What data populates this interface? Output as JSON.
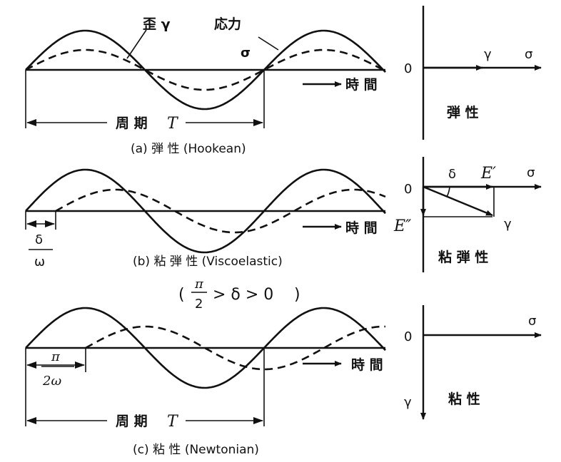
{
  "panel_a": {
    "strain_label": "歪 γ",
    "stress_label": "応力",
    "stress_symbol": "σ",
    "time_label": "時 間",
    "period_label": "周 期",
    "period_symbol": "T",
    "caption": "(a) 弾 性 (Hookean)",
    "vector_origin": "0",
    "vector_gamma": "γ",
    "vector_sigma": "σ",
    "vector_caption": "弾 性"
  },
  "panel_b": {
    "time_label": "時 間",
    "phase_num": "δ",
    "phase_den": "ω",
    "caption": "(b) 粘 弾 性 (Viscoelastic)",
    "condition_num": "π",
    "condition_den": "2",
    "condition_rest": "> δ > 0",
    "vector_origin": "0",
    "vector_delta": "δ",
    "vector_e1": "E′",
    "vector_e2": "E″",
    "vector_sigma": "σ",
    "vector_gamma": "γ",
    "vector_caption": "粘 弾 性"
  },
  "panel_c": {
    "time_label": "時 間",
    "phase_num": "π",
    "phase_den": "2ω",
    "period_label": "周 期",
    "period_symbol": "T",
    "caption": "(c) 粘 性 (Newtonian)",
    "vector_origin": "0",
    "vector_sigma": "σ",
    "vector_gamma": "γ",
    "vector_caption": "粘 性"
  }
}
